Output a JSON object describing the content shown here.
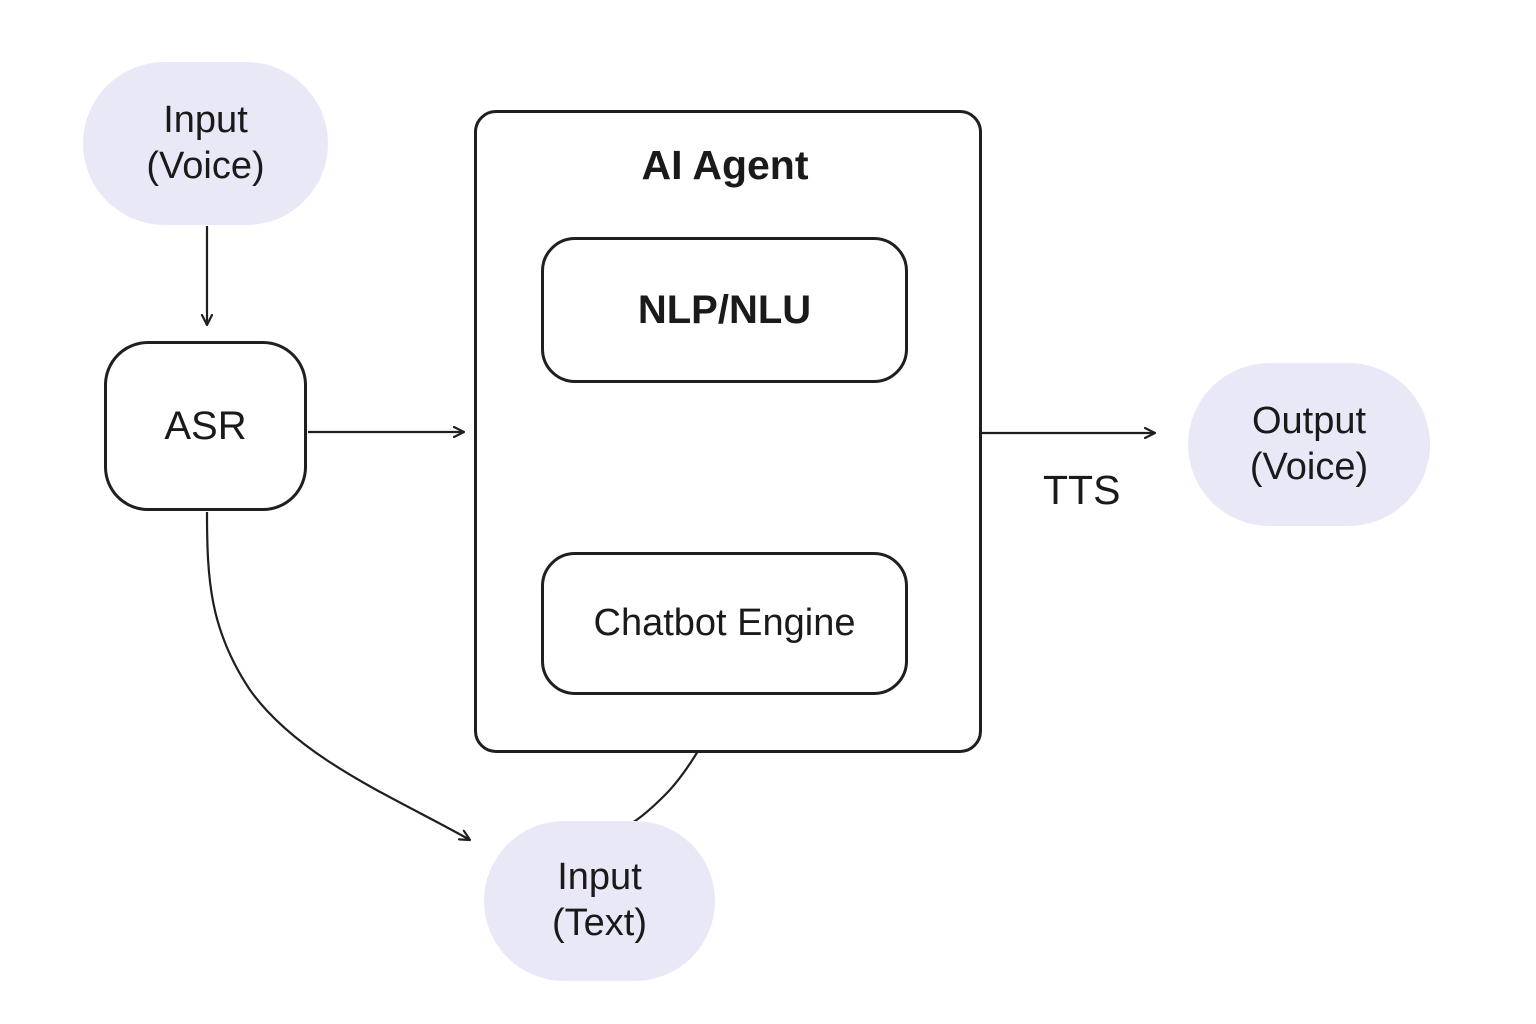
{
  "diagram": {
    "nodes": {
      "input_voice": {
        "line1": "Input",
        "line2": "(Voice)"
      },
      "asr": {
        "label": "ASR"
      },
      "ai_agent": {
        "title": "AI Agent"
      },
      "nlp_nlu": {
        "label": "NLP/NLU"
      },
      "chatbot_engine": {
        "label": "Chatbot Engine"
      },
      "output_voice": {
        "line1": "Output",
        "line2": "(Voice)"
      },
      "input_text": {
        "line1": "Input",
        "line2": "(Text)"
      }
    },
    "edge_labels": {
      "tts": "TTS"
    },
    "colors": {
      "blob_fill": "#e9e8f7",
      "stroke": "#1f1f1f",
      "text": "#1a1a1a"
    }
  }
}
